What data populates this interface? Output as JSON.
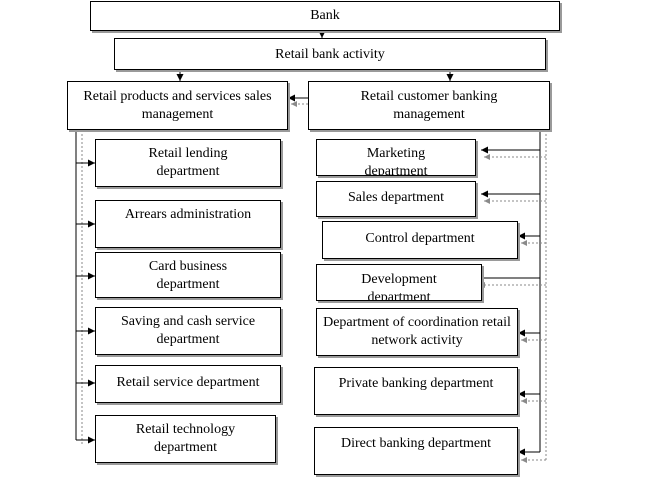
{
  "top": {
    "bank": "Bank",
    "retail_activity": "Retail bank activity"
  },
  "left": {
    "header": "Retail products and services sales management",
    "departments": [
      "Retail lending department",
      "Arrears administration",
      "Card business department",
      "Saving and cash service department",
      "Retail service department",
      "Retail technology department"
    ]
  },
  "right": {
    "header": "Retail customer banking management",
    "departments": [
      "Marketing department",
      "Sales department",
      "Control department",
      "Development department",
      "Department of coordination retail network activity",
      "Private banking department",
      "Direct banking department"
    ]
  }
}
